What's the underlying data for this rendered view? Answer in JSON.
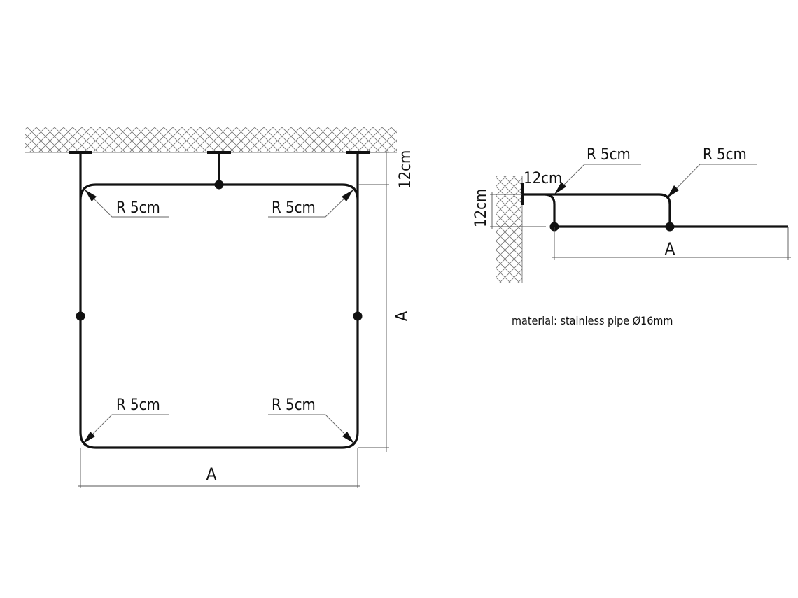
{
  "front_view": {
    "radius_labels": [
      "R 5cm",
      "R 5cm",
      "R 5cm",
      "R 5cm"
    ],
    "offset_label": "12cm",
    "width_label": "A",
    "height_label": "A"
  },
  "side_view": {
    "radius_labels": [
      "R 5cm",
      "R 5cm"
    ],
    "horizontal_offset_label": "12cm",
    "vertical_offset_label": "12cm",
    "length_label": "A"
  },
  "note": {
    "material": "material: stainless pipe Ø16mm"
  },
  "colors": {
    "line": "#111111",
    "dimension": "#555555",
    "hatch": "#777777",
    "background": "#ffffff"
  }
}
